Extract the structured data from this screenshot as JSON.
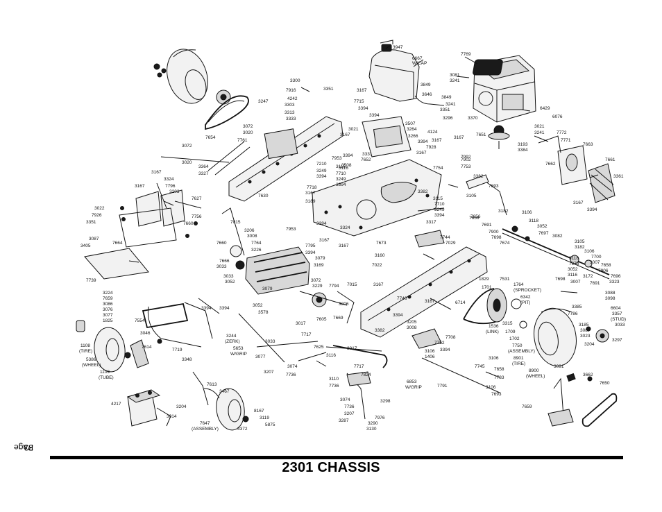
{
  "page": {
    "title": "2301 CHASSIS",
    "page_label": "Page",
    "page_number": "33"
  },
  "callouts": [
    {
      "id": "c01",
      "text": "3947"
    },
    {
      "id": "c02",
      "text": "6667"
    },
    {
      "id": "c03",
      "text": "W/CAP"
    },
    {
      "id": "c04",
      "text": "7769"
    },
    {
      "id": "c05",
      "text": "3081"
    },
    {
      "id": "c06",
      "text": "3241"
    },
    {
      "id": "c07",
      "text": "3849"
    },
    {
      "id": "c08",
      "text": "3167"
    },
    {
      "id": "c09",
      "text": "3646"
    },
    {
      "id": "c10",
      "text": "3849"
    },
    {
      "id": "c11",
      "text": "7715"
    },
    {
      "id": "c12",
      "text": "3241"
    },
    {
      "id": "c13",
      "text": "3394"
    },
    {
      "id": "c14",
      "text": "3351"
    },
    {
      "id": "c15",
      "text": "6429"
    },
    {
      "id": "c16",
      "text": "6076"
    },
    {
      "id": "c17",
      "text": "3370"
    },
    {
      "id": "c18",
      "text": "3021"
    },
    {
      "id": "c19",
      "text": "3241"
    },
    {
      "id": "c20",
      "text": "7772"
    },
    {
      "id": "c21",
      "text": "7771"
    },
    {
      "id": "c22",
      "text": "7663"
    },
    {
      "id": "c23",
      "text": "7661"
    },
    {
      "id": "c24",
      "text": "7662"
    },
    {
      "id": "c25",
      "text": "3361"
    },
    {
      "id": "c26",
      "text": "3394"
    },
    {
      "id": "c27",
      "text": "3167"
    },
    {
      "id": "c28",
      "text": "3193"
    },
    {
      "id": "c29",
      "text": "3384"
    },
    {
      "id": "c30",
      "text": "7651"
    },
    {
      "id": "c31",
      "text": "3300"
    },
    {
      "id": "c32",
      "text": "7916"
    },
    {
      "id": "c33",
      "text": "3351"
    },
    {
      "id": "c34",
      "text": "3247"
    },
    {
      "id": "c35",
      "text": "4242"
    },
    {
      "id": "c36",
      "text": "3303"
    },
    {
      "id": "c37",
      "text": "3313"
    },
    {
      "id": "c38",
      "text": "3333"
    },
    {
      "id": "c39",
      "text": "3072"
    },
    {
      "id": "c40",
      "text": "3020"
    },
    {
      "id": "c41",
      "text": "7654"
    },
    {
      "id": "c42",
      "text": "7761"
    },
    {
      "id": "c43",
      "text": "3072"
    },
    {
      "id": "c44",
      "text": "3020"
    },
    {
      "id": "c45",
      "text": "3364"
    },
    {
      "id": "c46",
      "text": "3327"
    },
    {
      "id": "c47",
      "text": "7630"
    },
    {
      "id": "c48",
      "text": "3167"
    },
    {
      "id": "c49",
      "text": "3324"
    },
    {
      "id": "c50",
      "text": "7796"
    },
    {
      "id": "c51",
      "text": "3203"
    },
    {
      "id": "c52",
      "text": "7627"
    },
    {
      "id": "c53",
      "text": "3167"
    },
    {
      "id": "c54",
      "text": "3022"
    },
    {
      "id": "c55",
      "text": "7926"
    },
    {
      "id": "c56",
      "text": "3351"
    },
    {
      "id": "c57",
      "text": "7756"
    },
    {
      "id": "c58",
      "text": "7660"
    },
    {
      "id": "c59",
      "text": "3087"
    },
    {
      "id": "c60",
      "text": "3405"
    },
    {
      "id": "c61",
      "text": "7664"
    },
    {
      "id": "c62",
      "text": "7739"
    },
    {
      "id": "c63",
      "text": "3224"
    },
    {
      "id": "c64",
      "text": "7659"
    },
    {
      "id": "c65",
      "text": "3086"
    },
    {
      "id": "c66",
      "text": "3076"
    },
    {
      "id": "c67",
      "text": "3077"
    },
    {
      "id": "c68",
      "text": "1825"
    },
    {
      "id": "c69",
      "text": "7554"
    },
    {
      "id": "c70",
      "text": "3046"
    },
    {
      "id": "c71",
      "text": "1108"
    },
    {
      "id": "c72",
      "text": "(TIRE)"
    },
    {
      "id": "c73",
      "text": "7614"
    },
    {
      "id": "c74",
      "text": "7719"
    },
    {
      "id": "c75",
      "text": "5386"
    },
    {
      "id": "c76",
      "text": "(WHEEL)"
    },
    {
      "id": "c77",
      "text": "1109"
    },
    {
      "id": "c78",
      "text": "(TUBE)"
    },
    {
      "id": "c79",
      "text": "3348"
    },
    {
      "id": "c80",
      "text": "3394"
    },
    {
      "id": "c81",
      "text": "3244"
    },
    {
      "id": "c82",
      "text": "(ZERK)"
    },
    {
      "id": "c83",
      "text": "5653"
    },
    {
      "id": "c84",
      "text": "W/GRIP"
    },
    {
      "id": "c85",
      "text": "4217"
    },
    {
      "id": "c86",
      "text": "3204"
    },
    {
      "id": "c87",
      "text": "3014"
    },
    {
      "id": "c88",
      "text": "7613"
    },
    {
      "id": "c89",
      "text": "3467"
    },
    {
      "id": "c90",
      "text": "7647"
    },
    {
      "id": "c91",
      "text": "(ASSEMBLY)"
    },
    {
      "id": "c92",
      "text": "3372"
    },
    {
      "id": "c93",
      "text": "3119"
    },
    {
      "id": "c94",
      "text": "5875"
    },
    {
      "id": "c95",
      "text": "8167"
    },
    {
      "id": "c96",
      "text": "7015"
    },
    {
      "id": "c97",
      "text": "3206"
    },
    {
      "id": "c98",
      "text": "3008"
    },
    {
      "id": "c99",
      "text": "7764"
    },
    {
      "id": "c100",
      "text": "3226"
    },
    {
      "id": "c101",
      "text": "7660"
    },
    {
      "id": "c102",
      "text": "7666"
    },
    {
      "id": "c103",
      "text": "3033"
    },
    {
      "id": "c104",
      "text": "3033"
    },
    {
      "id": "c105",
      "text": "3052"
    },
    {
      "id": "c106",
      "text": "3079"
    },
    {
      "id": "c107",
      "text": "3072"
    },
    {
      "id": "c108",
      "text": "3229"
    },
    {
      "id": "c109",
      "text": "7794"
    },
    {
      "id": "c110",
      "text": "7015"
    },
    {
      "id": "c111",
      "text": "3052"
    },
    {
      "id": "c112",
      "text": "3578"
    },
    {
      "id": "c113",
      "text": "3206"
    },
    {
      "id": "c114",
      "text": "7669"
    },
    {
      "id": "c115",
      "text": "7605"
    },
    {
      "id": "c116",
      "text": "3017"
    },
    {
      "id": "c117",
      "text": "7717"
    },
    {
      "id": "c118",
      "text": "3033"
    },
    {
      "id": "c119",
      "text": "7625"
    },
    {
      "id": "c120",
      "text": "3017"
    },
    {
      "id": "c121",
      "text": "3077"
    },
    {
      "id": "c122",
      "text": "3207"
    },
    {
      "id": "c123",
      "text": "3074"
    },
    {
      "id": "c124",
      "text": "7736"
    },
    {
      "id": "c125",
      "text": "3116"
    },
    {
      "id": "c126",
      "text": "7717"
    },
    {
      "id": "c127",
      "text": "7824"
    },
    {
      "id": "c128",
      "text": "3110"
    },
    {
      "id": "c129",
      "text": "7736"
    },
    {
      "id": "c130",
      "text": "6853"
    },
    {
      "id": "c131",
      "text": "W/GRIP"
    },
    {
      "id": "c132",
      "text": "3074"
    },
    {
      "id": "c133",
      "text": "7736"
    },
    {
      "id": "c134",
      "text": "3298"
    },
    {
      "id": "c135",
      "text": "3207"
    },
    {
      "id": "c136",
      "text": "7976"
    },
    {
      "id": "c137",
      "text": "3290"
    },
    {
      "id": "c138",
      "text": "3287"
    },
    {
      "id": "c139",
      "text": "3130"
    },
    {
      "id": "c140",
      "text": "7718"
    },
    {
      "id": "c141",
      "text": "3167"
    },
    {
      "id": "c142",
      "text": "3189"
    },
    {
      "id": "c143",
      "text": "7953"
    },
    {
      "id": "c144",
      "text": "3324"
    },
    {
      "id": "c145",
      "text": "3167"
    },
    {
      "id": "c146",
      "text": "7795"
    },
    {
      "id": "c147",
      "text": "3394"
    },
    {
      "id": "c148",
      "text": "3079"
    },
    {
      "id": "c149",
      "text": "3169"
    },
    {
      "id": "c150",
      "text": "3167"
    },
    {
      "id": "c151",
      "text": "7022"
    },
    {
      "id": "c152",
      "text": "7029"
    },
    {
      "id": "c153",
      "text": "3167"
    },
    {
      "id": "c154",
      "text": "7746"
    },
    {
      "id": "c155",
      "text": "3394"
    },
    {
      "id": "c156",
      "text": "3205"
    },
    {
      "id": "c157",
      "text": "3008"
    },
    {
      "id": "c158",
      "text": "3382"
    },
    {
      "id": "c159",
      "text": "3167"
    },
    {
      "id": "c160",
      "text": "7744"
    },
    {
      "id": "c161",
      "text": "3115"
    },
    {
      "id": "c162",
      "text": "7710"
    },
    {
      "id": "c163",
      "text": "3249"
    },
    {
      "id": "c164",
      "text": "3394"
    },
    {
      "id": "c165",
      "text": "3317"
    },
    {
      "id": "c166",
      "text": "1829"
    },
    {
      "id": "c167",
      "text": "7531"
    },
    {
      "id": "c168",
      "text": "1701"
    },
    {
      "id": "c169",
      "text": "1764"
    },
    {
      "id": "c170",
      "text": "(SPROCKET)"
    },
    {
      "id": "c171",
      "text": "6342"
    },
    {
      "id": "c172",
      "text": "(PIT)"
    },
    {
      "id": "c173",
      "text": "6714"
    },
    {
      "id": "c174",
      "text": "1536"
    },
    {
      "id": "c175",
      "text": "(LINK)"
    },
    {
      "id": "c176",
      "text": "3315"
    },
    {
      "id": "c177",
      "text": "1709"
    },
    {
      "id": "c178",
      "text": "1702"
    },
    {
      "id": "c179",
      "text": "7750"
    },
    {
      "id": "c180",
      "text": "(ASSEMBLY)"
    },
    {
      "id": "c181",
      "text": "8901"
    },
    {
      "id": "c182",
      "text": "(TIRE)"
    },
    {
      "id": "c183",
      "text": "8900"
    },
    {
      "id": "c184",
      "text": "(WHEEL)"
    },
    {
      "id": "c185",
      "text": "3091"
    },
    {
      "id": "c186",
      "text": "3106"
    },
    {
      "id": "c187",
      "text": "7658"
    },
    {
      "id": "c188",
      "text": "7745"
    },
    {
      "id": "c189",
      "text": "7783"
    },
    {
      "id": "c190",
      "text": "3106"
    },
    {
      "id": "c191",
      "text": "7693"
    },
    {
      "id": "c192",
      "text": "7791"
    },
    {
      "id": "c193",
      "text": "7659"
    },
    {
      "id": "c194",
      "text": "3662"
    },
    {
      "id": "c195",
      "text": "7650"
    },
    {
      "id": "c196",
      "text": "3382"
    },
    {
      "id": "c197",
      "text": "7693"
    },
    {
      "id": "c198",
      "text": "3105"
    },
    {
      "id": "c199",
      "text": "3182"
    },
    {
      "id": "c200",
      "text": "3106"
    },
    {
      "id": "c201",
      "text": "3118"
    },
    {
      "id": "c202",
      "text": "3052"
    },
    {
      "id": "c203",
      "text": "7656"
    },
    {
      "id": "c204",
      "text": "7691"
    },
    {
      "id": "c205",
      "text": "7900"
    },
    {
      "id": "c206",
      "text": "7698"
    },
    {
      "id": "c207",
      "text": "7674"
    },
    {
      "id": "c208",
      "text": "7697"
    },
    {
      "id": "c209",
      "text": "3082"
    },
    {
      "id": "c210",
      "text": "3105"
    },
    {
      "id": "c211",
      "text": "3182"
    },
    {
      "id": "c212",
      "text": "3106"
    },
    {
      "id": "c213",
      "text": "7700"
    },
    {
      "id": "c214",
      "text": "3007"
    },
    {
      "id": "c215",
      "text": "7658"
    },
    {
      "id": "c216",
      "text": "7906"
    },
    {
      "id": "c217",
      "text": "7696"
    },
    {
      "id": "c218",
      "text": "3323"
    },
    {
      "id": "c219",
      "text": "3118"
    },
    {
      "id": "c220",
      "text": "7973"
    },
    {
      "id": "c221",
      "text": "3052"
    },
    {
      "id": "c222",
      "text": "3116"
    },
    {
      "id": "c223",
      "text": "7691"
    },
    {
      "id": "c224",
      "text": "3172"
    },
    {
      "id": "c225",
      "text": "3007"
    },
    {
      "id": "c226",
      "text": "7698"
    },
    {
      "id": "c227",
      "text": "3088"
    },
    {
      "id": "c228",
      "text": "3098"
    },
    {
      "id": "c229",
      "text": "3385"
    },
    {
      "id": "c230",
      "text": "6604"
    },
    {
      "id": "c231",
      "text": "7786"
    },
    {
      "id": "c232",
      "text": "3357"
    },
    {
      "id": "c233",
      "text": "(STUD)"
    },
    {
      "id": "c234",
      "text": "3185"
    },
    {
      "id": "c235",
      "text": "3033"
    },
    {
      "id": "c236",
      "text": "3087"
    },
    {
      "id": "c237",
      "text": "3023"
    },
    {
      "id": "c238",
      "text": "3204"
    },
    {
      "id": "c239",
      "text": "3297"
    },
    {
      "id": "c240",
      "text": "3116"
    },
    {
      "id": "c241",
      "text": "7710"
    },
    {
      "id": "c242",
      "text": "3249"
    },
    {
      "id": "c243",
      "text": "3394"
    },
    {
      "id": "c244",
      "text": "7902"
    },
    {
      "id": "c245",
      "text": "7753"
    },
    {
      "id": "c246",
      "text": "7928"
    },
    {
      "id": "c247",
      "text": "3167"
    },
    {
      "id": "c248",
      "text": "3394"
    },
    {
      "id": "c249",
      "text": "3167"
    },
    {
      "id": "c250",
      "text": "3382"
    },
    {
      "id": "c251",
      "text": "7673"
    },
    {
      "id": "c252",
      "text": "3160"
    },
    {
      "id": "c253",
      "text": "3116"
    },
    {
      "id": "c254",
      "text": "7210"
    },
    {
      "id": "c255",
      "text": "3249"
    },
    {
      "id": "c256",
      "text": "3394"
    },
    {
      "id": "c257",
      "text": "3508"
    },
    {
      "id": "c258",
      "text": "3264"
    },
    {
      "id": "c259",
      "text": "7953"
    },
    {
      "id": "c260",
      "text": "3394"
    },
    {
      "id": "c261",
      "text": "3331"
    },
    {
      "id": "c262",
      "text": "7652"
    },
    {
      "id": "c263",
      "text": "3021"
    },
    {
      "id": "c264",
      "text": "3507"
    },
    {
      "id": "c265",
      "text": "3266"
    },
    {
      "id": "c266",
      "text": "4124"
    },
    {
      "id": "c267",
      "text": "3296"
    },
    {
      "id": "c268",
      "text": "3167"
    },
    {
      "id": "c269",
      "text": "3167"
    },
    {
      "id": "c270",
      "text": "7992"
    },
    {
      "id": "c271",
      "text": "3394"
    },
    {
      "id": "c272",
      "text": "7656"
    },
    {
      "id": "c273",
      "text": "3394"
    },
    {
      "id": "c274",
      "text": "3394"
    },
    {
      "id": "c275",
      "text": "1406"
    },
    {
      "id": "c276",
      "text": "3106"
    },
    {
      "id": "c277",
      "text": "7752"
    },
    {
      "id": "c278",
      "text": "3394"
    },
    {
      "id": "c279",
      "text": "7754"
    },
    {
      "id": "c280",
      "text": "7708"
    }
  ]
}
